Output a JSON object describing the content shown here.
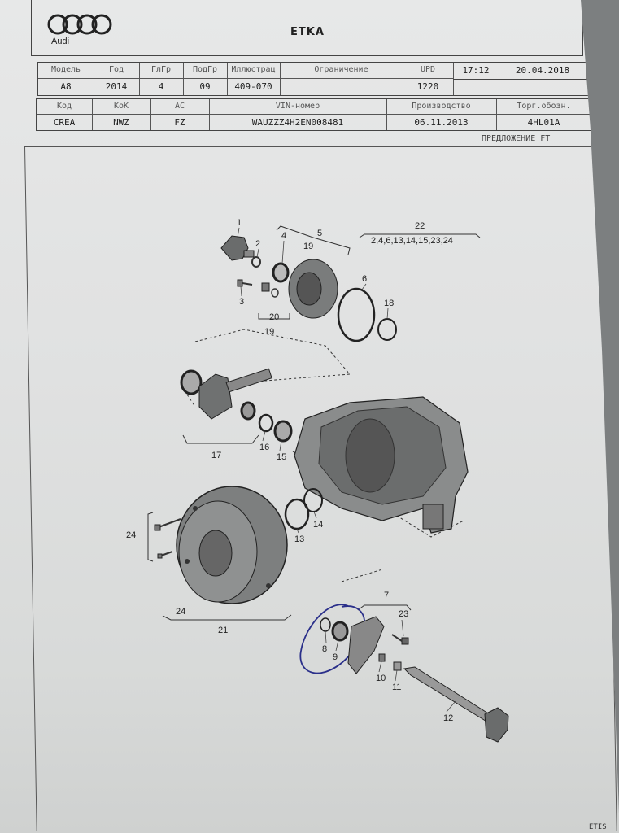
{
  "header": {
    "brand": "Audi",
    "app_title": "ETKA"
  },
  "table1": {
    "headers": [
      "Модель",
      "Год",
      "ГлГр",
      "ПодГр",
      "Иллюстрац",
      "Ограничение",
      "UPD"
    ],
    "values": [
      "A8",
      "2014",
      "4",
      "09",
      "409-070",
      "",
      "1220"
    ],
    "time": "17:12",
    "date": "20.04.2018"
  },
  "table2": {
    "headers": [
      "Код",
      "КоК",
      "АС",
      "VIN-номер",
      "Производство",
      "Торг.обозн."
    ],
    "values": [
      "CREA",
      "NWZ",
      "FZ",
      "WAUZZZ4H2EN008481",
      "06.11.2013",
      "4HL01A"
    ]
  },
  "proposal_label": "ПРЕДЛОЖЕНИЕ FT",
  "diagram": {
    "part_numbers": [
      "1",
      "2",
      "3",
      "4",
      "5",
      "19",
      "20",
      "19",
      "6",
      "18",
      "22",
      "2,4,6,13,14,15,23,24",
      "17",
      "16",
      "15",
      "14",
      "13",
      "24",
      "21",
      "24",
      "7",
      "23",
      "8",
      "9",
      "10",
      "11",
      "12"
    ]
  },
  "footer_text": "ETIS"
}
